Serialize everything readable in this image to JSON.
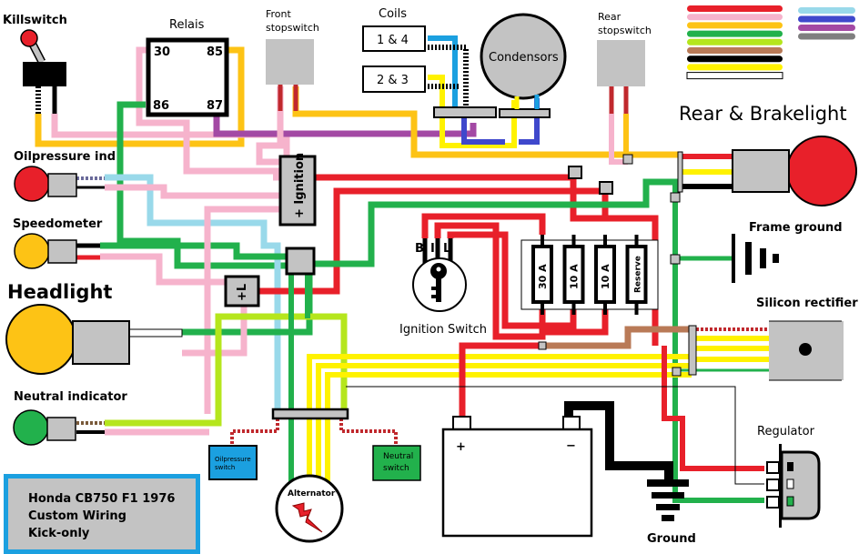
{
  "diagram": {
    "title_lines": [
      "Honda CB750 F1 1976",
      "Custom Wiring",
      "Kick-only"
    ],
    "components": {
      "killswitch": "Killswitch",
      "relais": "Relais",
      "relais_pins": [
        "30",
        "85",
        "86",
        "87"
      ],
      "front_stopswitch": [
        "Front",
        "stopswitch"
      ],
      "coils": "Coils",
      "coil_1": "1 & 4",
      "coil_2": "2 & 3",
      "condensors": "Condensors",
      "rear_stopswitch": [
        "Rear",
        "stopswitch"
      ],
      "rear_brakelight": "Rear & Brakelight",
      "oilpressure_ind": "Oilpressure ind",
      "speedometer": "Speedometer",
      "headlight": "Headlight",
      "neutral_indicator": "Neutral indicator",
      "ignition_block": "+ Ignition",
      "l_block": "+L",
      "ignition_switch": "Ignition Switch",
      "ignition_terminals": [
        "B",
        "I",
        "L"
      ],
      "fuses": [
        "30 A",
        "10 A",
        "10 A",
        "Reserve"
      ],
      "frame_ground": "Frame ground",
      "silicon_rectifier": "Silicon rectifier",
      "regulator": "Regulator",
      "battery_plus": "+",
      "battery_minus": "−",
      "ground": "Ground",
      "oilpressure_switch": [
        "Oilpressure",
        "switch"
      ],
      "neutral_switch": [
        "Neutral",
        "switch"
      ],
      "alternator": "Alternator"
    },
    "wire_color_legend": {
      "main": [
        "#e8202a",
        "#f6b3cc",
        "#fdc315",
        "#22b14c",
        "#b5e61d",
        "#b97a57",
        "#000000",
        "#fff200",
        "#ffffff"
      ],
      "secondary": [
        "#99d9ea",
        "#3f48cc",
        "#a349a4",
        "#7f7f7f"
      ]
    },
    "colors": {
      "red": "#e8202a",
      "pink": "#f6b3cc",
      "orange": "#fdc315",
      "green": "#22b14c",
      "lime": "#b5e61d",
      "brown": "#b97a57",
      "yellow": "#fff200",
      "lightblue": "#99d9ea",
      "blue": "#3f48cc",
      "purple": "#a349a4",
      "grey": "#c3c3c3",
      "darkred": "#c0282d",
      "title_border": "#1ba0e0"
    }
  }
}
